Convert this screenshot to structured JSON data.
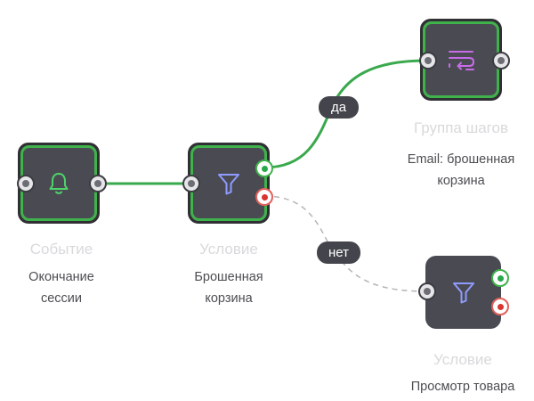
{
  "nodes": {
    "event": {
      "title": "Событие",
      "subtitle": "Окончание\nсессии",
      "icon": "bell-icon"
    },
    "condition": {
      "title": "Условие",
      "subtitle": "Брошенная\nкорзина",
      "icon": "filter-icon"
    },
    "group": {
      "title": "Группа шагов",
      "subtitle": "Email: брошенная\nкорзина",
      "icon": "list-steps-icon"
    },
    "condition2": {
      "title": "Условие",
      "subtitle": "Просмотр товара",
      "icon": "filter-icon"
    }
  },
  "edges": {
    "yes_label": "да",
    "no_label": "нет"
  },
  "colors": {
    "node_bg": "#4a4b52",
    "active_border": "#3fb24c",
    "edge_green": "#3aa94d",
    "edge_dashed": "#b5b5b9",
    "bell_icon": "#4fd36b",
    "filter_icon": "#8f9bff",
    "steps_icon": "#c86be8",
    "port_yes": "#27a84a",
    "port_no": "#d9342e"
  }
}
